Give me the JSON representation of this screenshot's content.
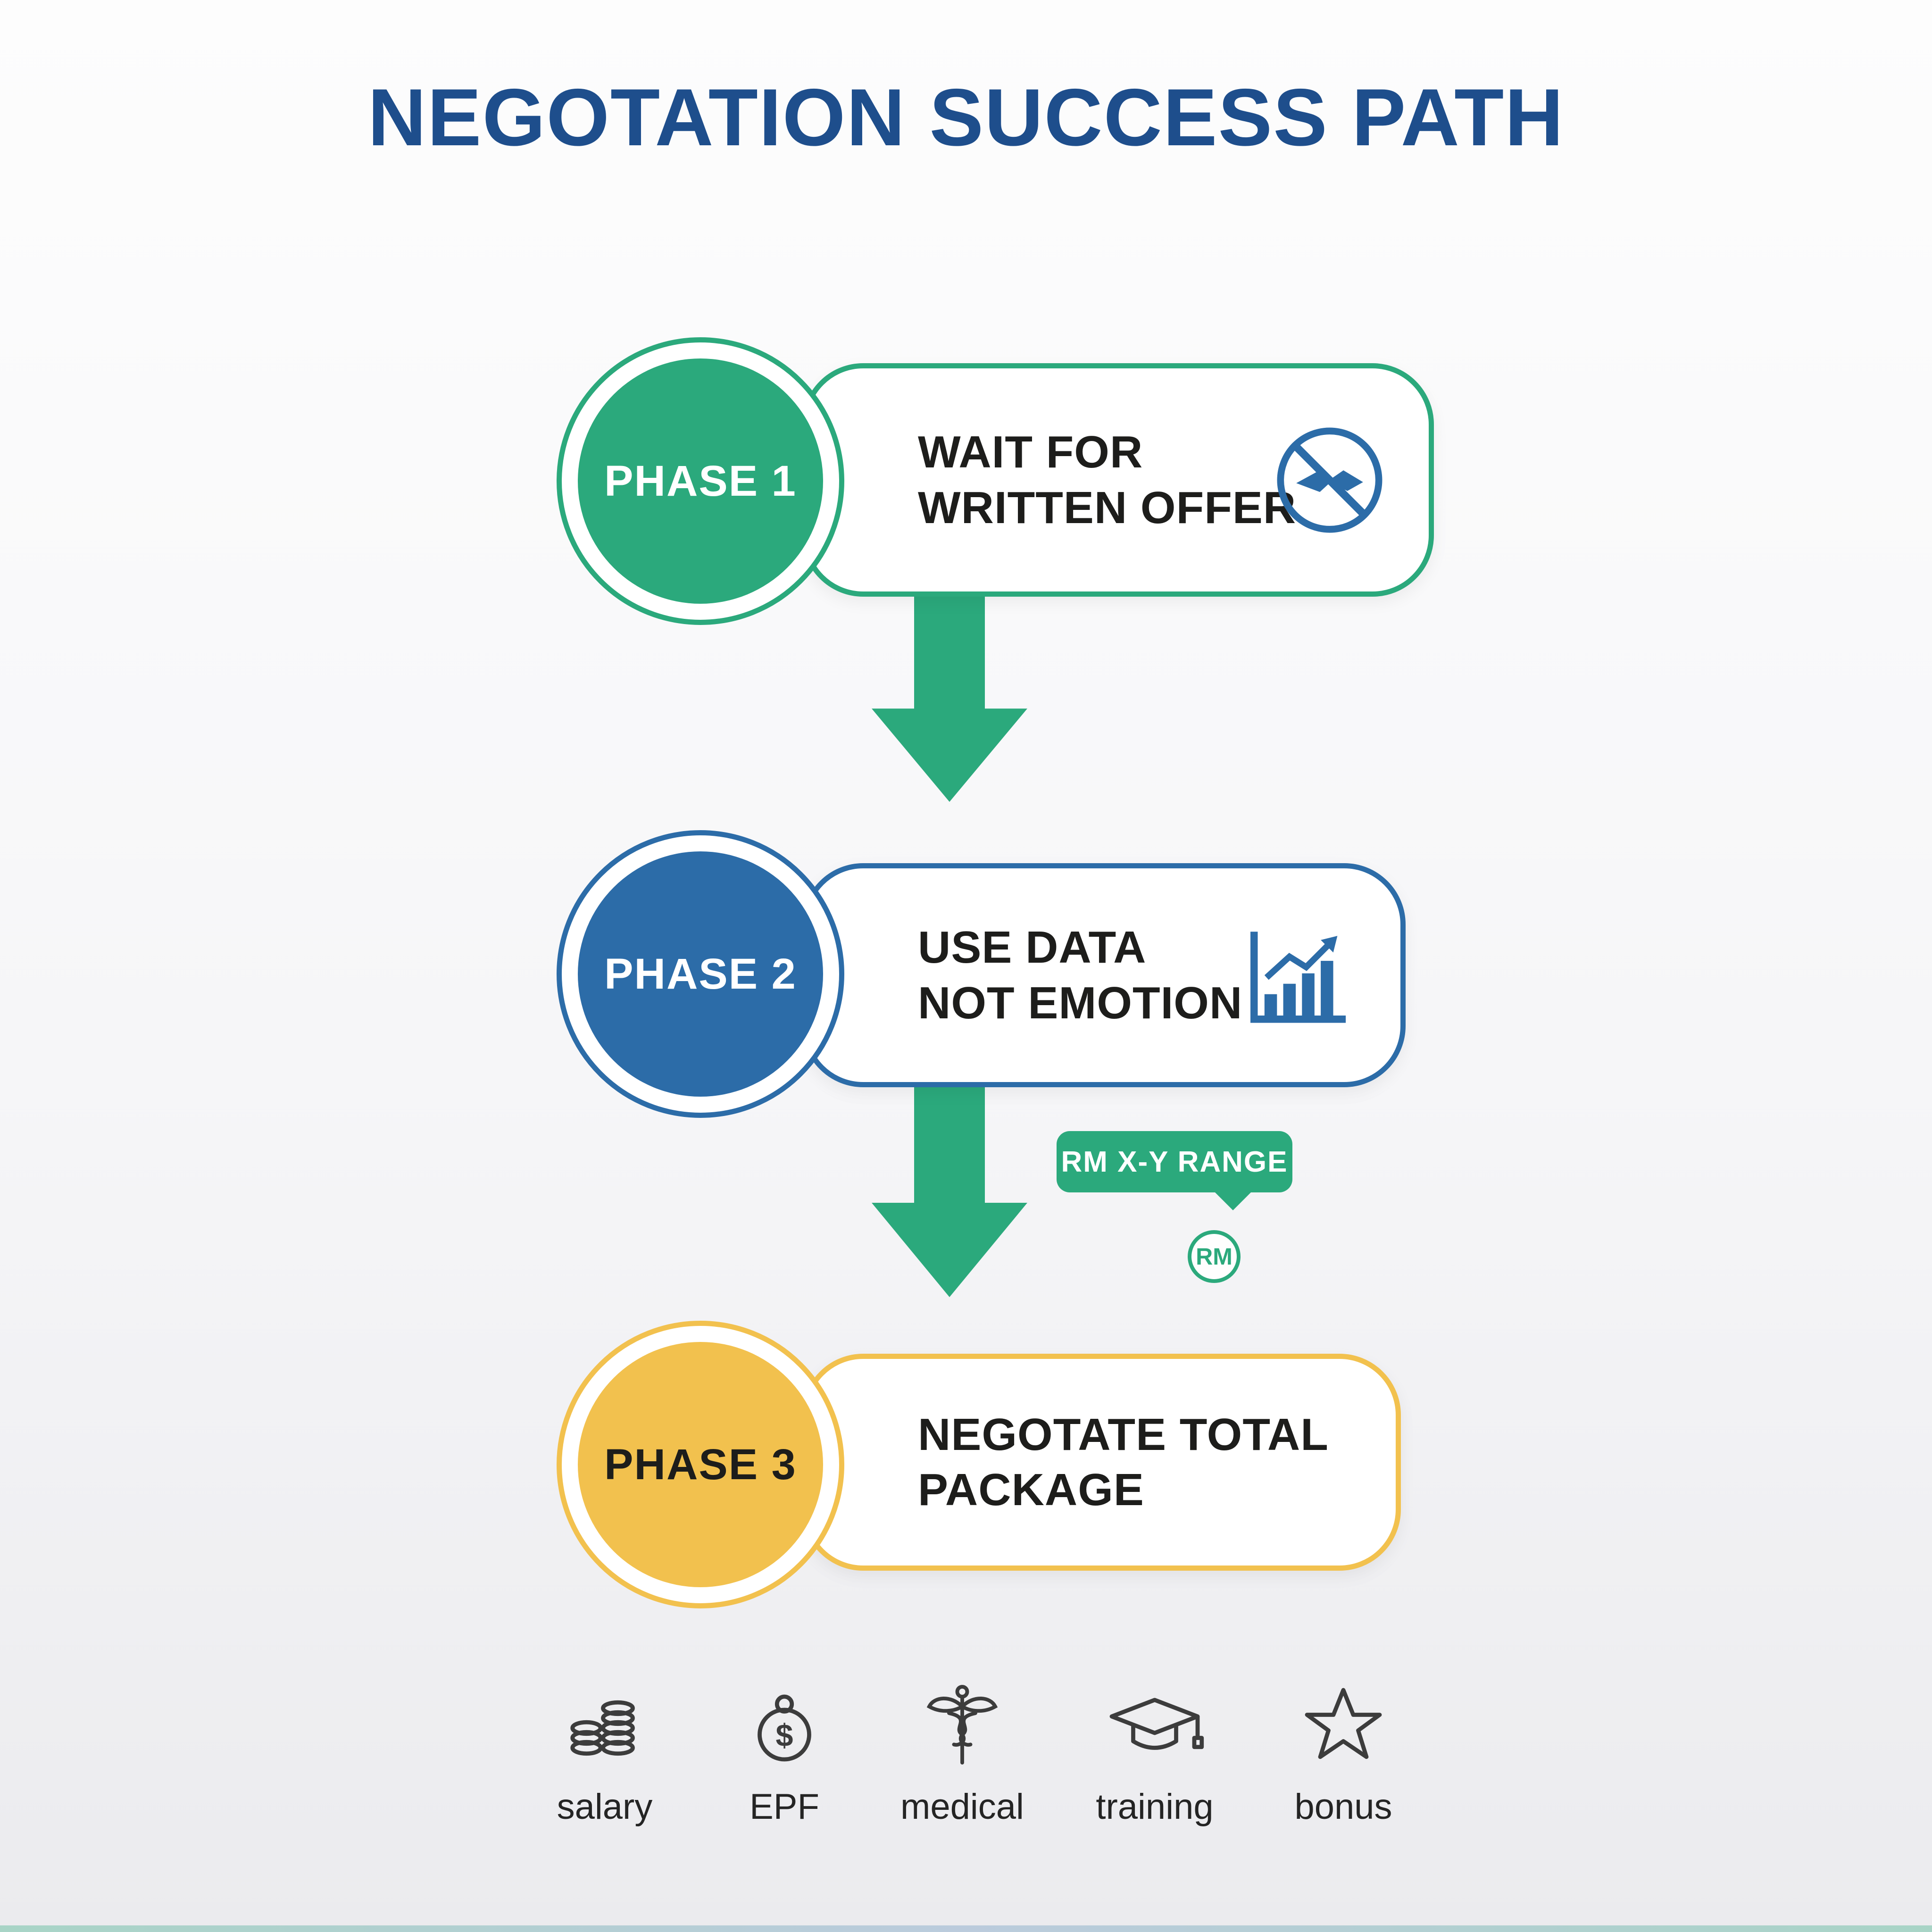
{
  "title": "NEGOTATION SUCCESS PATH",
  "colors": {
    "title_blue": "#1E4E8C",
    "green": "#2BA97C",
    "blue": "#2C6CA8",
    "yellow": "#F2C14E",
    "text_dark": "#1D1D1B",
    "icon_gray": "#3C3C3C"
  },
  "phases": [
    {
      "label": "PHASE 1",
      "line1": "WAIT FOR",
      "line2": "WRITTEN OFFER",
      "icon": "no-handshake-icon",
      "color": "#2BA97C"
    },
    {
      "label": "PHASE 2",
      "line1": "USE DATA",
      "line2": "NOT EMOTION",
      "icon": "bar-chart-icon",
      "color": "#2C6CA8"
    },
    {
      "label": "PHASE 3",
      "line1": "NEGOTATE TOTAL",
      "line2": "PACKAGE",
      "icon": null,
      "color": "#F2C14E"
    }
  ],
  "callout": {
    "bubble_text": "RM X-Y RANGE",
    "badge_text": "RM"
  },
  "legend": {
    "items": [
      {
        "label": "salary",
        "icon": "coins-icon"
      },
      {
        "label": "EPF",
        "icon": "coin-dollar-icon"
      },
      {
        "label": "medical",
        "icon": "caduceus-icon"
      },
      {
        "label": "training",
        "icon": "graduation-cap-icon"
      },
      {
        "label": "bonus",
        "icon": "star-icon"
      }
    ]
  }
}
